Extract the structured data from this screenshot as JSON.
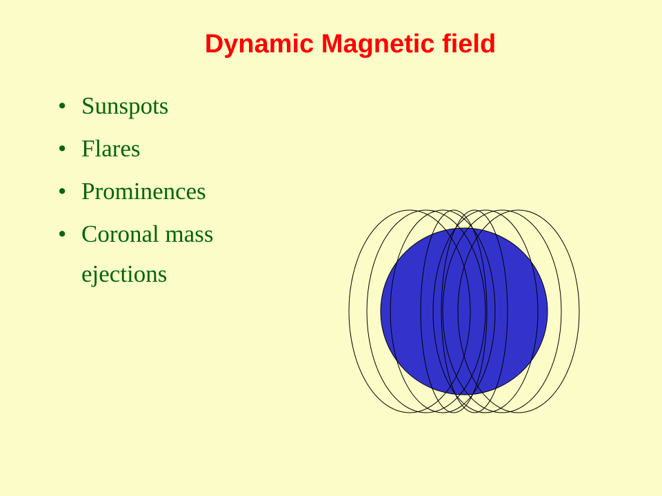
{
  "slide": {
    "title": "Dynamic Magnetic field",
    "bullet_symbol": "•",
    "bullets": [
      "Sunspots",
      "Flares",
      "Prominences",
      "Coronal mass"
    ],
    "bullet_continuation": "ejections"
  },
  "diagram": {
    "sphere_color": "#3333cc",
    "field_line_color": "#000000",
    "field_line_count": 8
  },
  "colors": {
    "background": "#fcfcc8",
    "title": "#ff0000",
    "bullet_text": "#00660a"
  }
}
